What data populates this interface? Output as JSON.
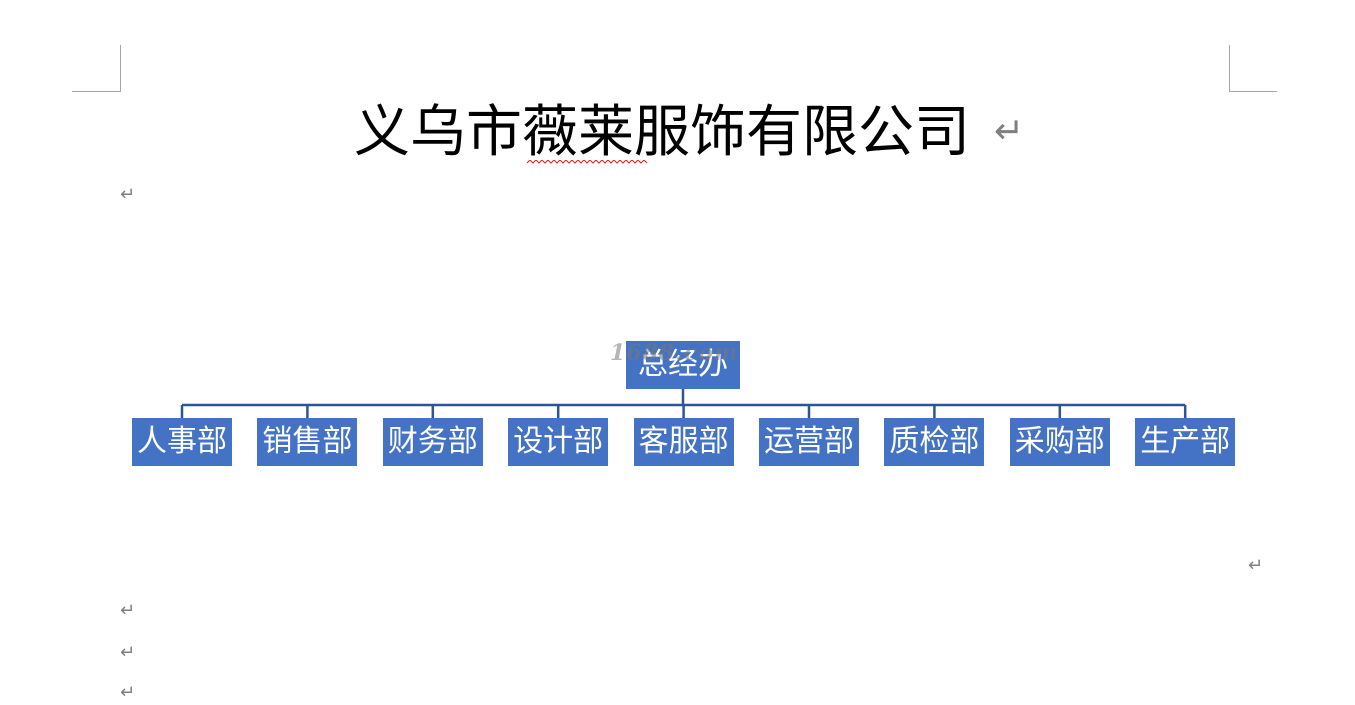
{
  "document": {
    "title": "义乌市薇莱服饰有限公司",
    "paragraph_mark": "↵",
    "watermark": "1688.com"
  },
  "org_chart": {
    "root": {
      "label": "总经办"
    },
    "departments": [
      {
        "label": "人事部"
      },
      {
        "label": "销售部"
      },
      {
        "label": "财务部"
      },
      {
        "label": "设计部"
      },
      {
        "label": "客服部"
      },
      {
        "label": "运营部"
      },
      {
        "label": "质检部"
      },
      {
        "label": "采购部"
      },
      {
        "label": "生产部"
      }
    ],
    "box_color": "#4472c4",
    "line_color": "#2f5496",
    "text_color": "#ffffff"
  }
}
